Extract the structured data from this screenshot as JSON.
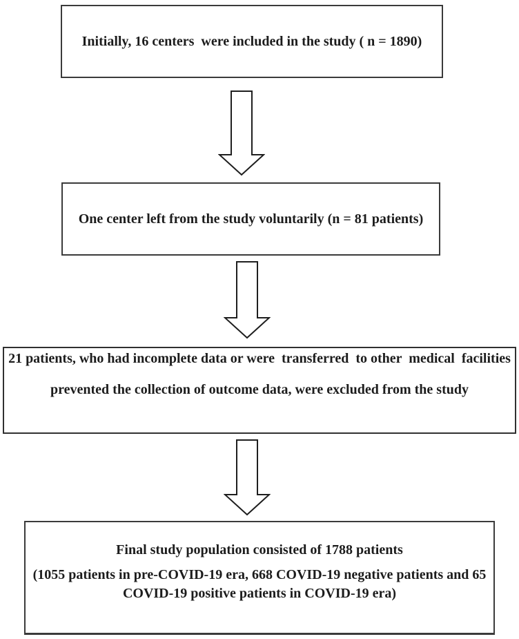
{
  "diagram": {
    "type": "flowchart",
    "direction": "top-down",
    "nodes": [
      {
        "name": "initial-population",
        "text": "Initially, 16 centers  were included in the study ( n = 1890)"
      },
      {
        "name": "center-withdrawal",
        "text": "One center left from the study voluntarily (n = 81 patients)"
      },
      {
        "name": "patient-exclusion",
        "text_line1": "21 patients, who had incomplete data or were  transferred  to other  medical  facilities",
        "text_line2": "prevented the collection of outcome data, were excluded from the study"
      },
      {
        "name": "final-population",
        "text_line1": "Final study population consisted of 1788 patients",
        "text_line2": "(1055 patients in pre-COVID-19 era, 668 COVID-19 negative patients and 65\nCOVID-19 positive patients in COVID-19 era)"
      }
    ],
    "connectors": [
      {
        "from": "initial-population",
        "to": "center-withdrawal",
        "shape": "hollow-block-arrow-down"
      },
      {
        "from": "center-withdrawal",
        "to": "patient-exclusion",
        "shape": "hollow-block-arrow-down"
      },
      {
        "from": "patient-exclusion",
        "to": "final-population",
        "shape": "hollow-block-arrow-down"
      }
    ]
  },
  "colors": {
    "background": "#ffffff",
    "box_border": "#3a3a3a",
    "text": "#1c1c1c",
    "arrow_outline": "#1e1e1e",
    "arrow_fill": "#ffffff"
  }
}
